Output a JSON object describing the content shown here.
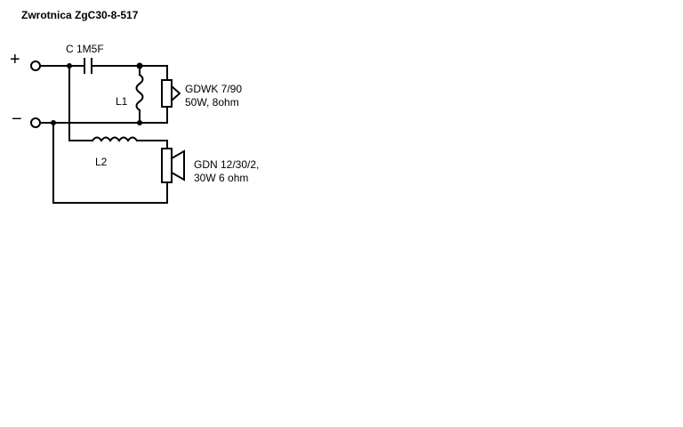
{
  "title": "Zwrotnica ZgC30-8-517",
  "terminals": {
    "plus": "+",
    "minus": "−"
  },
  "capacitor": "C 1M5F",
  "inductor_1": "L1",
  "inductor_2": "L2",
  "tweeter": {
    "model": "GDWK 7/90",
    "spec": "50W, 8ohm"
  },
  "woofer": {
    "model": "GDN 12/30/2,",
    "spec": "30W 6 ohm"
  }
}
